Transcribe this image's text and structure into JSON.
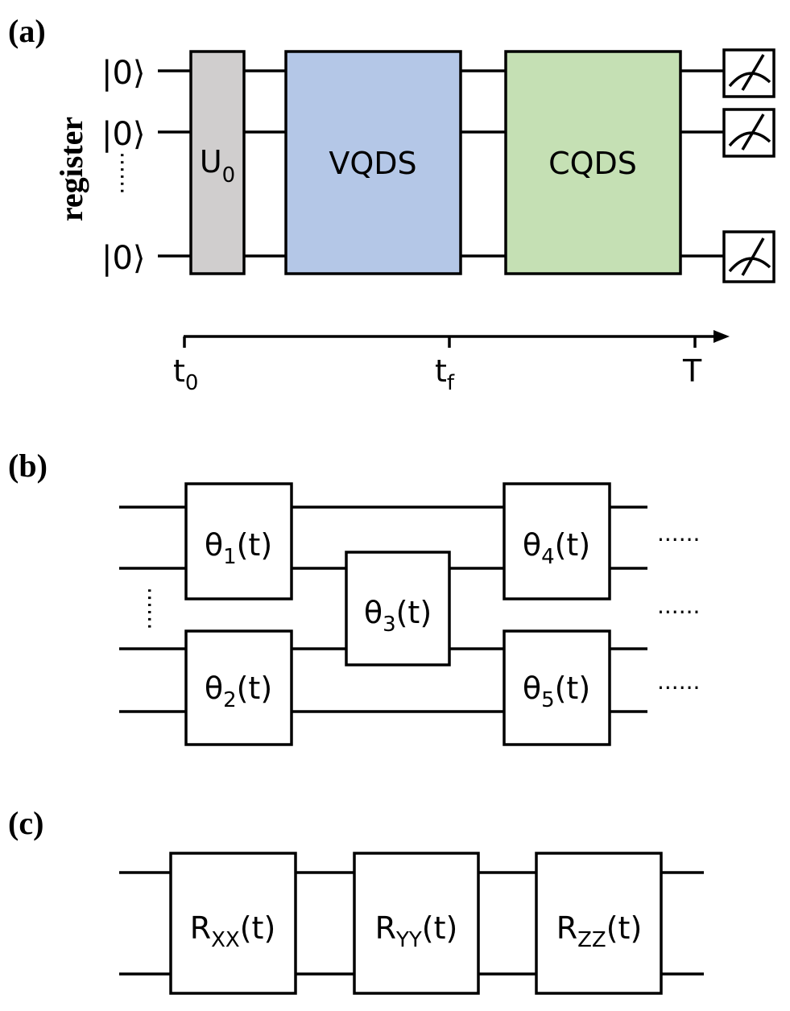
{
  "panel_a": {
    "label": "(a)",
    "register_label": "register",
    "kets": [
      "|0⟩",
      "|0⟩",
      "|0⟩"
    ],
    "ellipsis": "......",
    "u0": {
      "main": "U",
      "sub": "0"
    },
    "vqds": "VQDS",
    "cqds": "CQDS",
    "axis": {
      "t0": {
        "main": "t",
        "sub": "0"
      },
      "tf": {
        "main": "t",
        "sub": "f"
      },
      "T": "T"
    },
    "colors": {
      "u0": "#d0cece",
      "vqds": "#b4c7e7",
      "cqds": "#c5e0b4"
    }
  },
  "panel_b": {
    "label": "(b)",
    "gates": [
      {
        "main": "θ",
        "sub": "1",
        "rest": "(t)"
      },
      {
        "main": "θ",
        "sub": "2",
        "rest": "(t)"
      },
      {
        "main": "θ",
        "sub": "3",
        "rest": "(t)"
      },
      {
        "main": "θ",
        "sub": "4",
        "rest": "(t)"
      },
      {
        "main": "θ",
        "sub": "5",
        "rest": "(t)"
      }
    ],
    "ellipsis": "......",
    "vertical_ellipsis": "......"
  },
  "panel_c": {
    "label": "(c)",
    "gates": [
      {
        "main": "R",
        "sub": "XX",
        "rest": "(t)"
      },
      {
        "main": "R",
        "sub": "YY",
        "rest": "(t)"
      },
      {
        "main": "R",
        "sub": "ZZ",
        "rest": "(t)"
      }
    ]
  }
}
